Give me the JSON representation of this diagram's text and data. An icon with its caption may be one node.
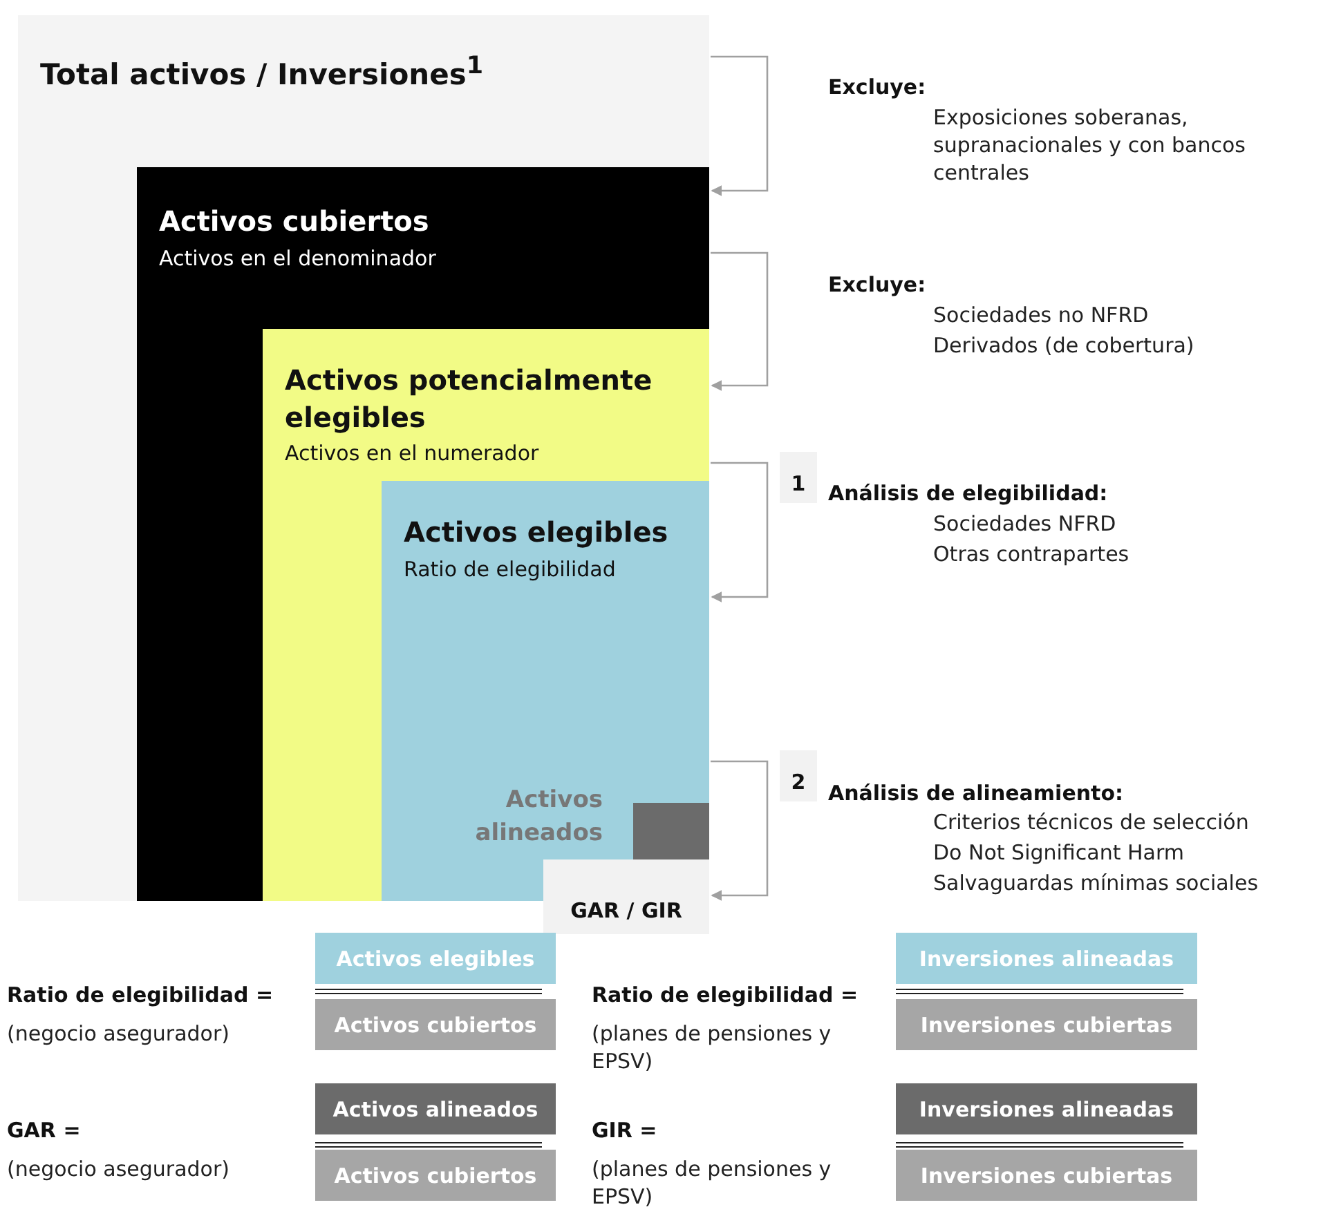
{
  "diagram": {
    "nodes": [
      {
        "text": [
          "Total activos / Inversiones$^{1}$"
        ]
      },
      {
        "text": [
          "Activos cubiertos",
          "Activos en el denominador"
        ],
        "in": 0
      },
      {
        "text": [
          "Activos potencialmente elegibles",
          "Activos en el numerador"
        ],
        "in": 1
      },
      {
        "text": [
          "Activos elegibles",
          "Ratio de elegibilidad"
        ],
        "in": 2
      },
      {
        "text": [],
        "shape": "box",
        "in": 3,
        "beside": [
          "Activos alineados"
        ]
      },
      {
        "text": [
          "1"
        ]
      },
      {
        "text": [
          "2"
        ]
      },
      {
        "text": [
          "GAR / GIR"
        ]
      },
      {
        "text": [
          "Activos elegibles"
        ]
      },
      {
        "text": [
          "Inversiones alineadas"
        ]
      },
      {
        "text": [
          "Activos cubiertos"
        ]
      },
      {
        "text": [
          "Inversiones cubiertas"
        ]
      },
      {
        "text": [
          "Activos alineados"
        ]
      },
      {
        "text": [
          "Inversiones alineadas"
        ]
      },
      {
        "text": [
          "Activos cubiertos"
        ]
      },
      {
        "text": [
          "Inversiones cubiertas"
        ]
      }
    ],
    "edges": [
      {
        "from": 0,
        "to": 1,
        "arrow": "to"
      },
      {
        "from": 1,
        "to": 2,
        "arrow": "to"
      },
      {
        "from": 2,
        "to": 3,
        "arrow": "to"
      },
      {
        "from": 3,
        "to": 7,
        "arrow": "to"
      }
    ],
    "labels": [
      "Excluye:",
      "Exposiciones soberanas, supranacionales y con bancos centrales",
      "Excluye:",
      "Sociedades no NFRD",
      "Derivados (de cobertura)",
      "Análisis de elegibilidad:",
      "Sociedades NFRD",
      "Otras contrapartes",
      "Análisis de alineamiento:",
      "Criterios técnicos de selección",
      "Do Not Significant Harm",
      "Salvaguardas mínimas sociales",
      "Ratio de elegibilidad =",
      "(negocio asegurador)",
      "Ratio de elegibilidad =",
      "(planes de pensiones y EPSV)",
      "GAR =",
      "(negocio asegurador)",
      "GIR =",
      "(planes de pensiones y EPSV)"
    ]
  }
}
